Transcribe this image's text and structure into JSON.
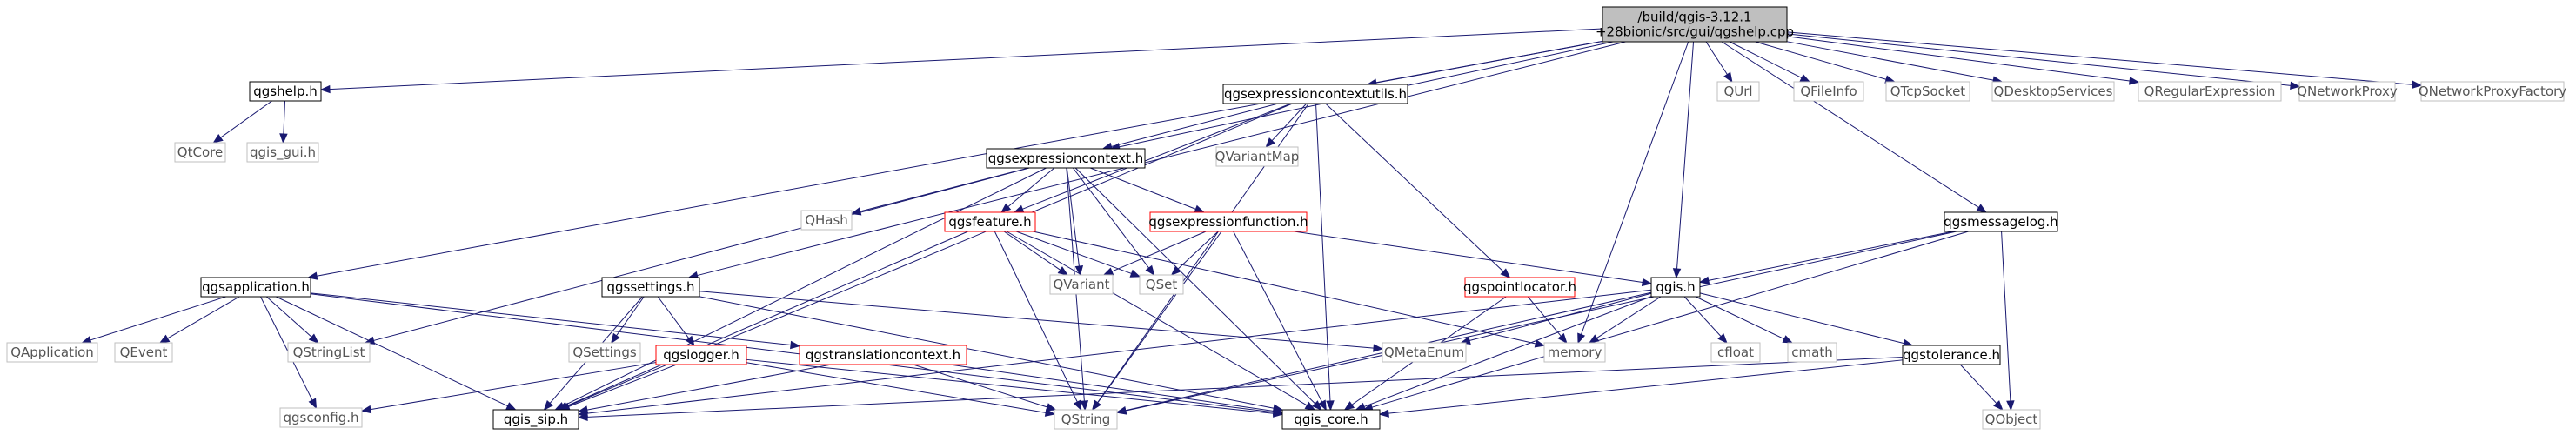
{
  "diagram": {
    "colors": {
      "edge": "#191970",
      "root_fill": "#bfbfbf",
      "documented_border": "#000000",
      "undocumented_border": "#bfbfbf",
      "truncated_border": "#ff0000",
      "node_fill": "#ffffff",
      "text_dark": "#000000",
      "text_light": "#555555"
    },
    "nodes": [
      {
        "id": "root",
        "lines": [
          "/build/qgis-3.12.1",
          "+28bionic/src/gui/qgshelp.cpp"
        ],
        "kind": "root"
      },
      {
        "id": "qgshelp_h",
        "lines": [
          "qgshelp.h"
        ],
        "kind": "documented"
      },
      {
        "id": "qtcore",
        "lines": [
          "QtCore"
        ],
        "kind": "external"
      },
      {
        "id": "qgis_gui_h",
        "lines": [
          "qgis_gui.h"
        ],
        "kind": "external"
      },
      {
        "id": "qgsexprctxutils_h",
        "lines": [
          "qgsexpressioncontextutils.h"
        ],
        "kind": "documented"
      },
      {
        "id": "qvariantmap",
        "lines": [
          "QVariantMap"
        ],
        "kind": "external"
      },
      {
        "id": "qgsexprctx_h",
        "lines": [
          "qgsexpressioncontext.h"
        ],
        "kind": "documented"
      },
      {
        "id": "qhash",
        "lines": [
          "QHash"
        ],
        "kind": "external"
      },
      {
        "id": "qgsfeature_h",
        "lines": [
          "qgsfeature.h"
        ],
        "kind": "truncated"
      },
      {
        "id": "qgsexprfunction_h",
        "lines": [
          "qgsexpressionfunction.h"
        ],
        "kind": "truncated"
      },
      {
        "id": "qvariant",
        "lines": [
          "QVariant"
        ],
        "kind": "external"
      },
      {
        "id": "qset",
        "lines": [
          "QSet"
        ],
        "kind": "external"
      },
      {
        "id": "qgsapplication_h",
        "lines": [
          "qgsapplication.h"
        ],
        "kind": "documented"
      },
      {
        "id": "qgssettings_h",
        "lines": [
          "qgssettings.h"
        ],
        "kind": "documented"
      },
      {
        "id": "qgspointlocator_h",
        "lines": [
          "qgspointlocator.h"
        ],
        "kind": "truncated"
      },
      {
        "id": "qgis_h",
        "lines": [
          "qgis.h"
        ],
        "kind": "documented"
      },
      {
        "id": "qgsmessagelog_h",
        "lines": [
          "qgsmessagelog.h"
        ],
        "kind": "documented"
      },
      {
        "id": "qurl",
        "lines": [
          "QUrl"
        ],
        "kind": "external"
      },
      {
        "id": "qfileinfo",
        "lines": [
          "QFileInfo"
        ],
        "kind": "external"
      },
      {
        "id": "qtcpsocket",
        "lines": [
          "QTcpSocket"
        ],
        "kind": "external"
      },
      {
        "id": "qdesktopservices",
        "lines": [
          "QDesktopServices"
        ],
        "kind": "external"
      },
      {
        "id": "qregularexpression",
        "lines": [
          "QRegularExpression"
        ],
        "kind": "external"
      },
      {
        "id": "qnetworkproxy",
        "lines": [
          "QNetworkProxy"
        ],
        "kind": "external"
      },
      {
        "id": "qnetworkproxyfactory",
        "lines": [
          "QNetworkProxyFactory"
        ],
        "kind": "external"
      },
      {
        "id": "qapplication",
        "lines": [
          "QApplication"
        ],
        "kind": "external"
      },
      {
        "id": "qevent",
        "lines": [
          "QEvent"
        ],
        "kind": "external"
      },
      {
        "id": "qstringlist",
        "lines": [
          "QStringList"
        ],
        "kind": "external"
      },
      {
        "id": "qsettings",
        "lines": [
          "QSettings"
        ],
        "kind": "external"
      },
      {
        "id": "qgslogger_h",
        "lines": [
          "qgslogger.h"
        ],
        "kind": "truncated"
      },
      {
        "id": "qgstranslationctx_h",
        "lines": [
          "qgstranslationcontext.h"
        ],
        "kind": "truncated"
      },
      {
        "id": "qmetaenum",
        "lines": [
          "QMetaEnum"
        ],
        "kind": "external"
      },
      {
        "id": "memory",
        "lines": [
          "memory"
        ],
        "kind": "external"
      },
      {
        "id": "cfloat",
        "lines": [
          "cfloat"
        ],
        "kind": "external"
      },
      {
        "id": "cmath",
        "lines": [
          "cmath"
        ],
        "kind": "external"
      },
      {
        "id": "qgstolerance_h",
        "lines": [
          "qgstolerance.h"
        ],
        "kind": "documented"
      },
      {
        "id": "qgsconfig_h",
        "lines": [
          "qgsconfig.h"
        ],
        "kind": "external"
      },
      {
        "id": "qgis_sip_h",
        "lines": [
          "qgis_sip.h"
        ],
        "kind": "documented"
      },
      {
        "id": "qstring",
        "lines": [
          "QString"
        ],
        "kind": "external"
      },
      {
        "id": "qgis_core_h",
        "lines": [
          "qgis_core.h"
        ],
        "kind": "documented"
      },
      {
        "id": "qobject",
        "lines": [
          "QObject"
        ],
        "kind": "external"
      }
    ],
    "edges": [
      [
        "root",
        "qgshelp_h"
      ],
      [
        "root",
        "qgsexprctxutils_h"
      ],
      [
        "root",
        "qgsexprctx_h"
      ],
      [
        "root",
        "qgsapplication_h"
      ],
      [
        "root",
        "qgssettings_h"
      ],
      [
        "root",
        "qgis_h"
      ],
      [
        "root",
        "qgsmessagelog_h"
      ],
      [
        "root",
        "memory"
      ],
      [
        "root",
        "qurl"
      ],
      [
        "root",
        "qfileinfo"
      ],
      [
        "root",
        "qtcpsocket"
      ],
      [
        "root",
        "qdesktopservices"
      ],
      [
        "root",
        "qregularexpression"
      ],
      [
        "root",
        "qnetworkproxy"
      ],
      [
        "root",
        "qnetworkproxyfactory"
      ],
      [
        "qgshelp_h",
        "qtcore"
      ],
      [
        "qgshelp_h",
        "qgis_gui_h"
      ],
      [
        "qgsexprctxutils_h",
        "qgsexprctx_h"
      ],
      [
        "qgsexprctxutils_h",
        "qvariantmap"
      ],
      [
        "qgsexprctxutils_h",
        "qgsfeature_h"
      ],
      [
        "qgsexprctxutils_h",
        "qgspointlocator_h"
      ],
      [
        "qgsexprctxutils_h",
        "qgis_sip_h"
      ],
      [
        "qgsexprctxutils_h",
        "qstring"
      ],
      [
        "qgsexprctxutils_h",
        "qgis_core_h"
      ],
      [
        "qgsexprctx_h",
        "qhash"
      ],
      [
        "qgsexprctx_h",
        "qgsfeature_h"
      ],
      [
        "qgsexprctx_h",
        "qgsexprfunction_h"
      ],
      [
        "qgsexprctx_h",
        "qvariant"
      ],
      [
        "qgsexprctx_h",
        "qset"
      ],
      [
        "qgsexprctx_h",
        "qstringlist"
      ],
      [
        "qgsexprctx_h",
        "qgis_sip_h"
      ],
      [
        "qgsexprctx_h",
        "qstring"
      ],
      [
        "qgsexprctx_h",
        "qgis_core_h"
      ],
      [
        "qgsfeature_h",
        "qvariant"
      ],
      [
        "qgsfeature_h",
        "qset"
      ],
      [
        "qgsfeature_h",
        "qgis_sip_h"
      ],
      [
        "qgsfeature_h",
        "qstring"
      ],
      [
        "qgsfeature_h",
        "qgis_core_h"
      ],
      [
        "qgsfeature_h",
        "memory"
      ],
      [
        "qgsexprfunction_h",
        "qvariant"
      ],
      [
        "qgsexprfunction_h",
        "qset"
      ],
      [
        "qgsexprfunction_h",
        "qgis_h"
      ],
      [
        "qgsexprfunction_h",
        "qstring"
      ],
      [
        "qgsexprfunction_h",
        "qgis_core_h"
      ],
      [
        "qgsapplication_h",
        "qapplication"
      ],
      [
        "qgsapplication_h",
        "qevent"
      ],
      [
        "qgsapplication_h",
        "qstringlist"
      ],
      [
        "qgsapplication_h",
        "qgsconfig_h"
      ],
      [
        "qgsapplication_h",
        "qgis_sip_h"
      ],
      [
        "qgsapplication_h",
        "qgstranslationctx_h"
      ],
      [
        "qgsapplication_h",
        "qgis_core_h"
      ],
      [
        "qgssettings_h",
        "qsettings"
      ],
      [
        "qgssettings_h",
        "qgslogger_h"
      ],
      [
        "qgssettings_h",
        "qmetaenum"
      ],
      [
        "qgssettings_h",
        "qgis_sip_h"
      ],
      [
        "qgssettings_h",
        "qgis_core_h"
      ],
      [
        "qgspointlocator_h",
        "memory"
      ],
      [
        "qgspointlocator_h",
        "qgis_core_h"
      ],
      [
        "qgis_h",
        "qmetaenum"
      ],
      [
        "qgis_h",
        "memory"
      ],
      [
        "qgis_h",
        "cfloat"
      ],
      [
        "qgis_h",
        "cmath"
      ],
      [
        "qgis_h",
        "qgstolerance_h"
      ],
      [
        "qgis_h",
        "qgis_sip_h"
      ],
      [
        "qgis_h",
        "qstring"
      ],
      [
        "qgis_h",
        "qgis_core_h"
      ],
      [
        "qgsmessagelog_h",
        "qgis_h"
      ],
      [
        "qgsmessagelog_h",
        "qgis_core_h"
      ],
      [
        "qgsmessagelog_h",
        "qobject"
      ],
      [
        "qgsmessagelog_h",
        "qstring"
      ],
      [
        "qgslogger_h",
        "qgsconfig_h"
      ],
      [
        "qgslogger_h",
        "qgis_sip_h"
      ],
      [
        "qgslogger_h",
        "qstring"
      ],
      [
        "qgslogger_h",
        "qgis_core_h"
      ],
      [
        "qgstranslationctx_h",
        "qgis_sip_h"
      ],
      [
        "qgstranslationctx_h",
        "qstring"
      ],
      [
        "qgstranslationctx_h",
        "qgis_core_h"
      ],
      [
        "qgstolerance_h",
        "qobject"
      ],
      [
        "qgstolerance_h",
        "qgis_sip_h"
      ],
      [
        "qgstolerance_h",
        "qgis_core_h"
      ]
    ]
  }
}
